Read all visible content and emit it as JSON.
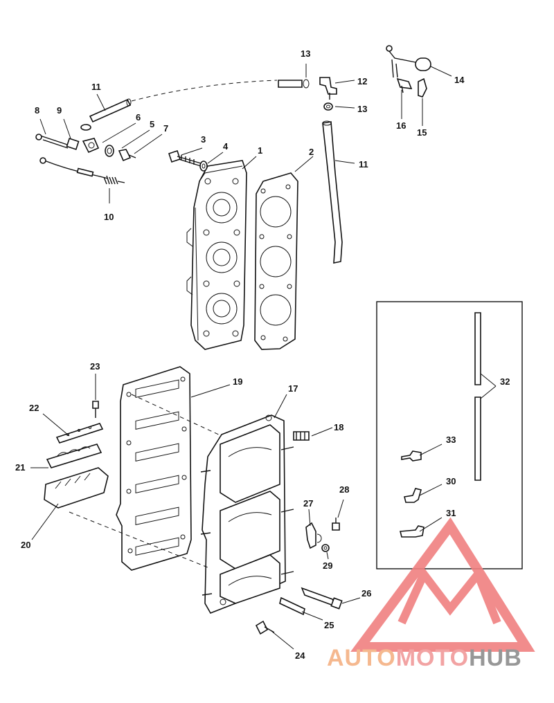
{
  "callouts": [
    "1",
    "2",
    "3",
    "4",
    "5",
    "6",
    "7",
    "8",
    "9",
    "10",
    "11",
    "12",
    "13",
    "14",
    "15",
    "16",
    "17",
    "18",
    "19",
    "20",
    "21",
    "22",
    "23",
    "24",
    "25",
    "26",
    "27",
    "28",
    "29",
    "30",
    "31",
    "32",
    "33"
  ],
  "watermark": {
    "text_parts": [
      "AUTO",
      "MOTO",
      "HUB"
    ],
    "colors": {
      "auto": "#f4b183",
      "moto": "#f19a9a",
      "hub": "#8c8c8c",
      "logo": "#f08080"
    }
  },
  "colors": {
    "line": "#111111",
    "background": "#ffffff"
  }
}
